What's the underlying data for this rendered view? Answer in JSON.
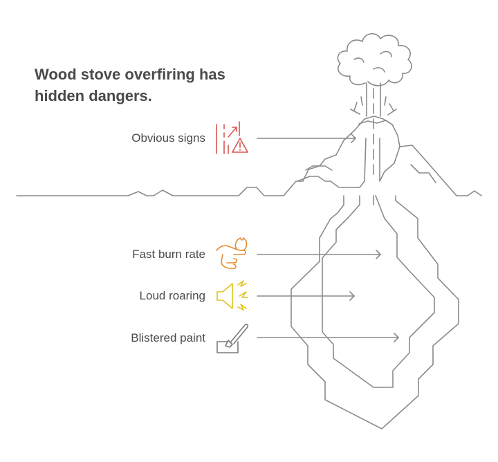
{
  "title": "Wood stove overfiring has hidden dangers.",
  "items": [
    {
      "label": "Obvious signs",
      "icon": "warning-road-icon",
      "color": "#d9534f"
    },
    {
      "label": "Fast burn rate",
      "icon": "fire-hand-icon",
      "color": "#e8892b"
    },
    {
      "label": "Loud roaring",
      "icon": "speaker-icon",
      "color": "#e0c31a"
    },
    {
      "label": "Blistered paint",
      "icon": "paint-brush-icon",
      "color": "#7a7a7a"
    }
  ],
  "colors": {
    "line": "#8a8a8a",
    "text": "#4a4a4a"
  }
}
